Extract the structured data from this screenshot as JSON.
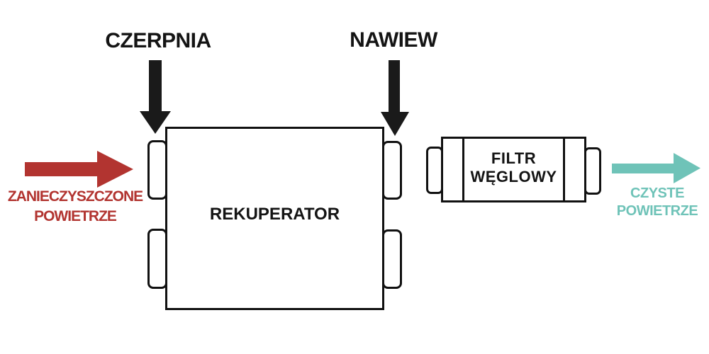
{
  "colors": {
    "outline": "#111111",
    "text_black": "#141414",
    "arrow_black": "#1a1a1a",
    "dirty_air_red": "#b23430",
    "clean_air_teal": "#6fc3b8",
    "background": "#ffffff"
  },
  "icons": {
    "czerpnia_arrow": "down-arrow",
    "nawiew_arrow": "down-arrow",
    "dirty_air_arrow": "right-arrow",
    "clean_air_arrow": "right-arrow"
  },
  "labels": {
    "intake": "CZERPNIA",
    "supply": "NAWIEW",
    "recuperator": "REKUPERATOR",
    "filter": {
      "line1": "FILTR",
      "line2": "WĘGLOWY"
    },
    "dirty_air": {
      "line1": "ZANIECZYSZCZONE",
      "line2": "POWIETRZE"
    },
    "clean_air": {
      "line1": "CZYSTE",
      "line2": "POWIETRZE"
    }
  }
}
